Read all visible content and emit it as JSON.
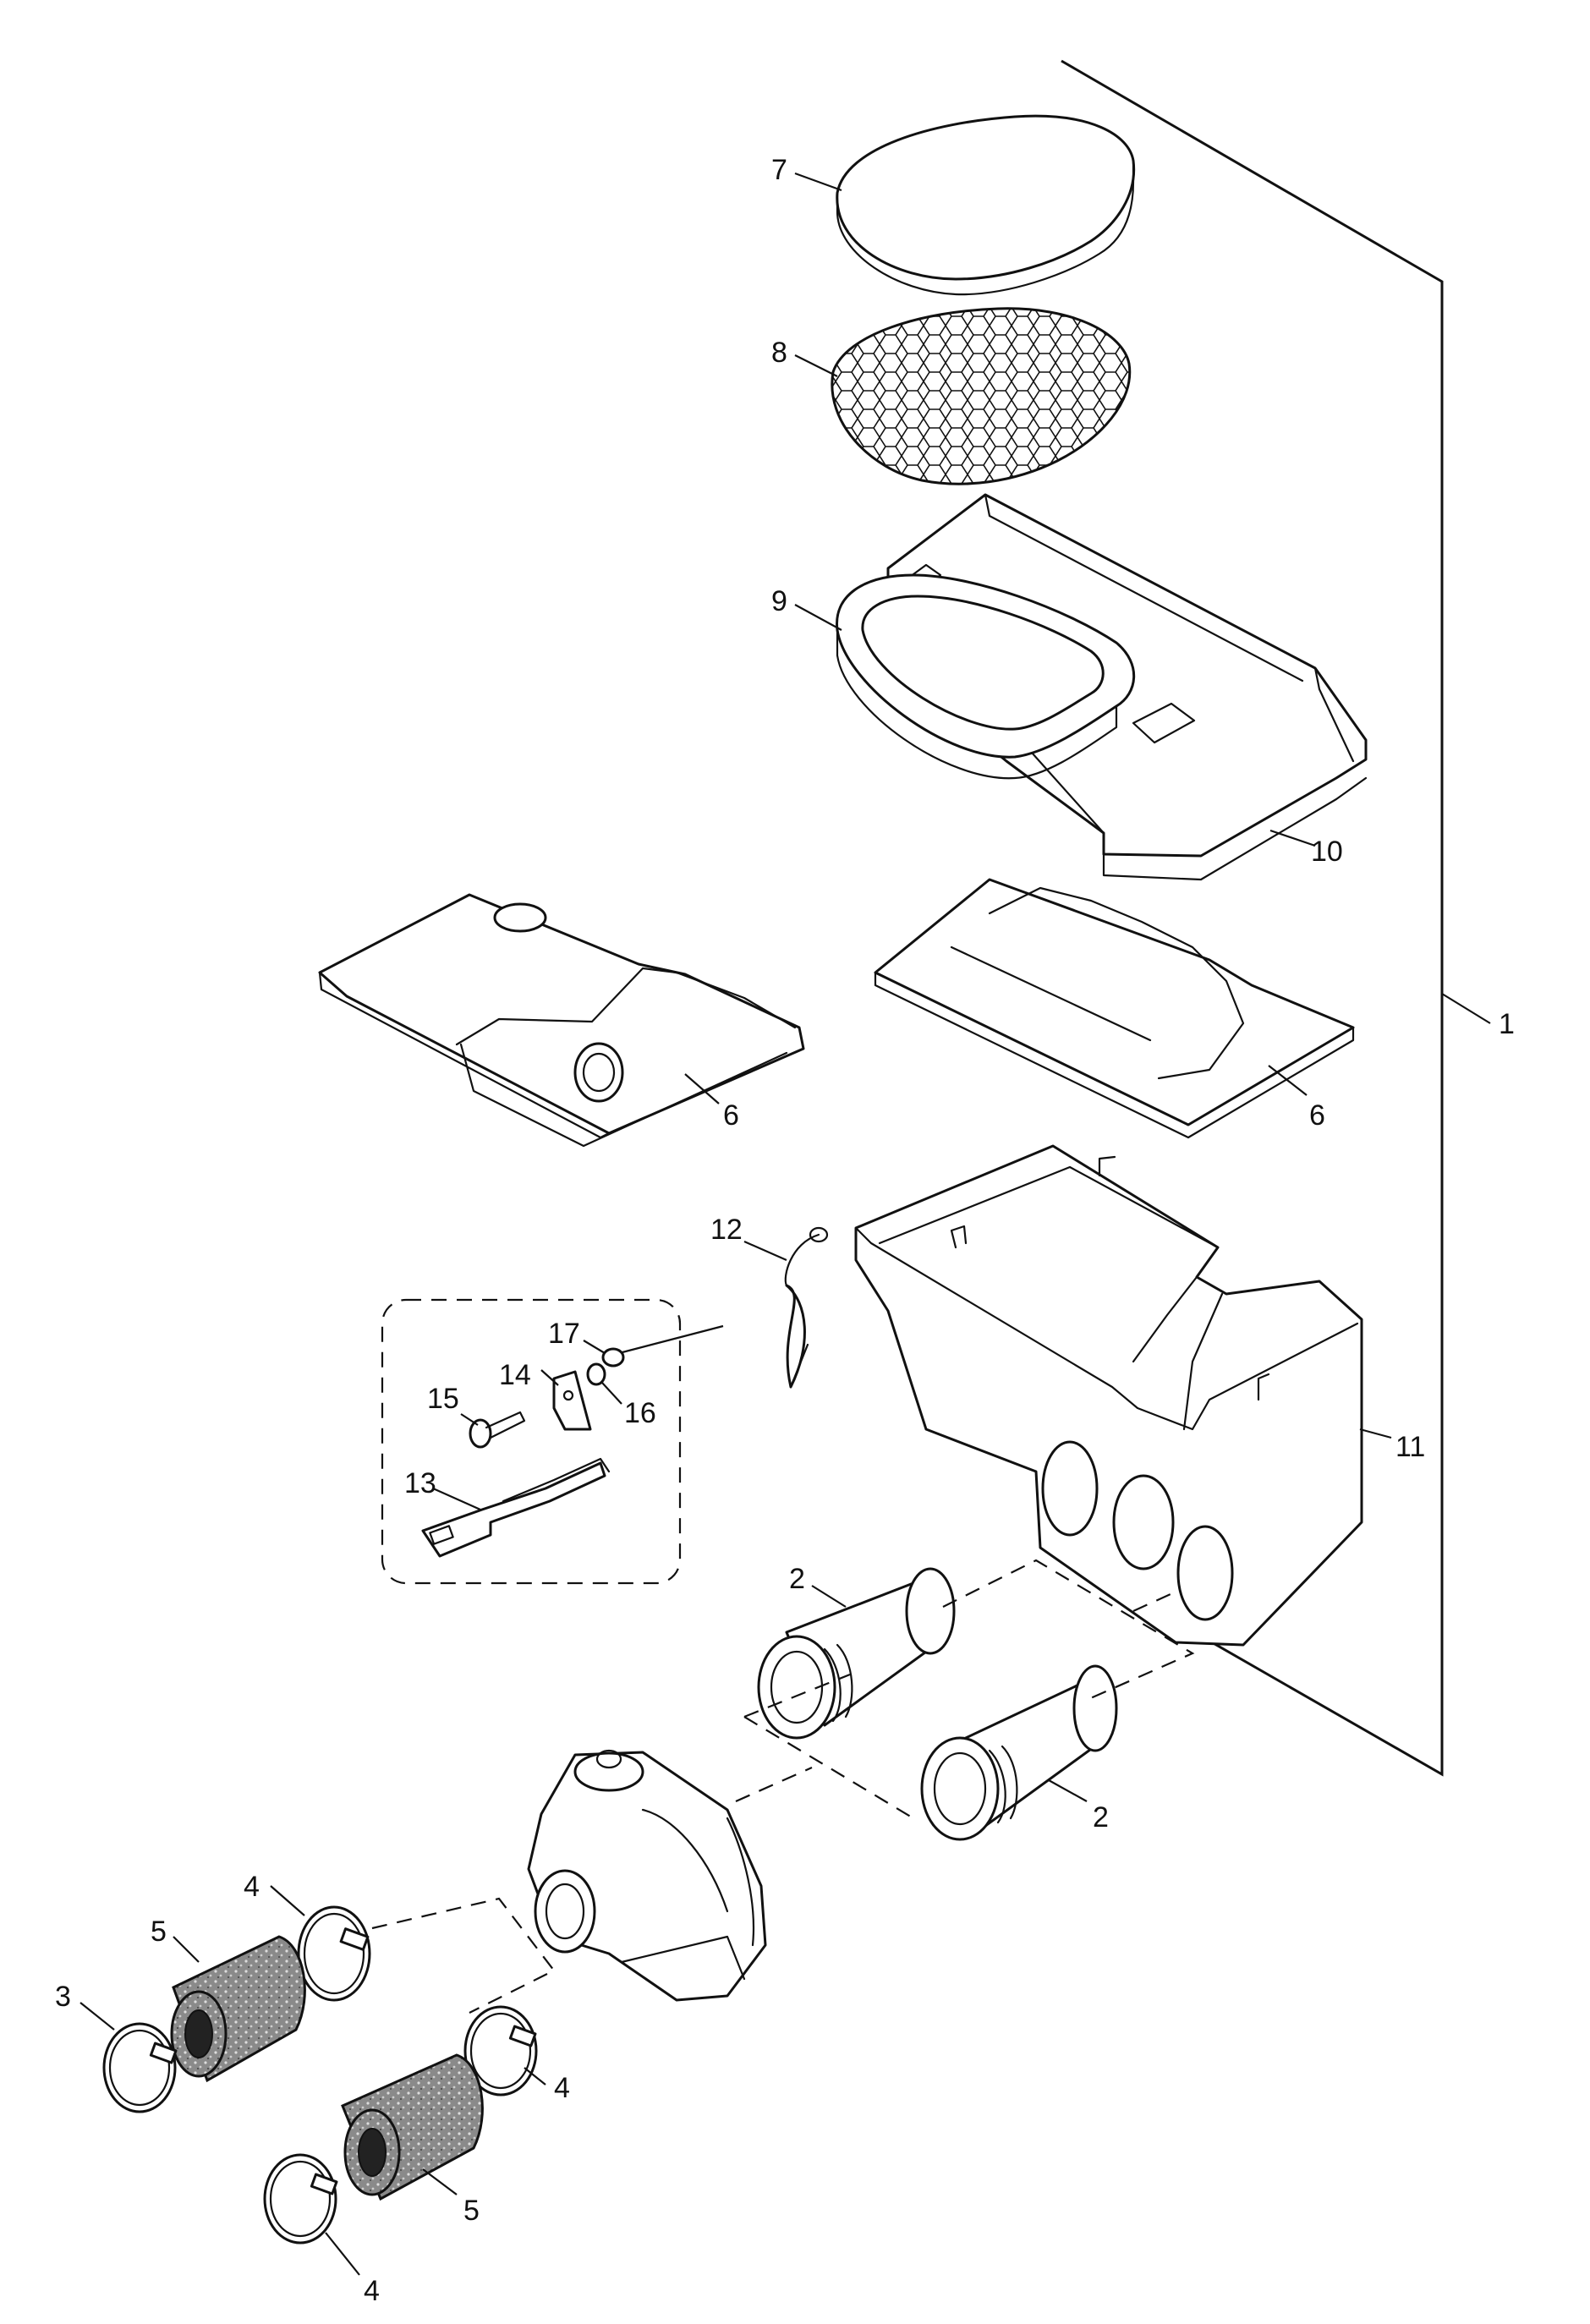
{
  "diagram": {
    "type": "exploded parts diagram",
    "callouts": {
      "c1": "1",
      "c2a": "2",
      "c2b": "2",
      "c3": "3",
      "c4a": "4",
      "c4b": "4",
      "c4c": "4",
      "c5a": "5",
      "c5b": "5",
      "c6a": "6",
      "c6b": "6",
      "c7": "7",
      "c8": "8",
      "c9": "9",
      "c10": "10",
      "c11": "11",
      "c12": "12",
      "c13": "13",
      "c14": "14",
      "c15": "15",
      "c16": "16",
      "c17": "17"
    }
  }
}
